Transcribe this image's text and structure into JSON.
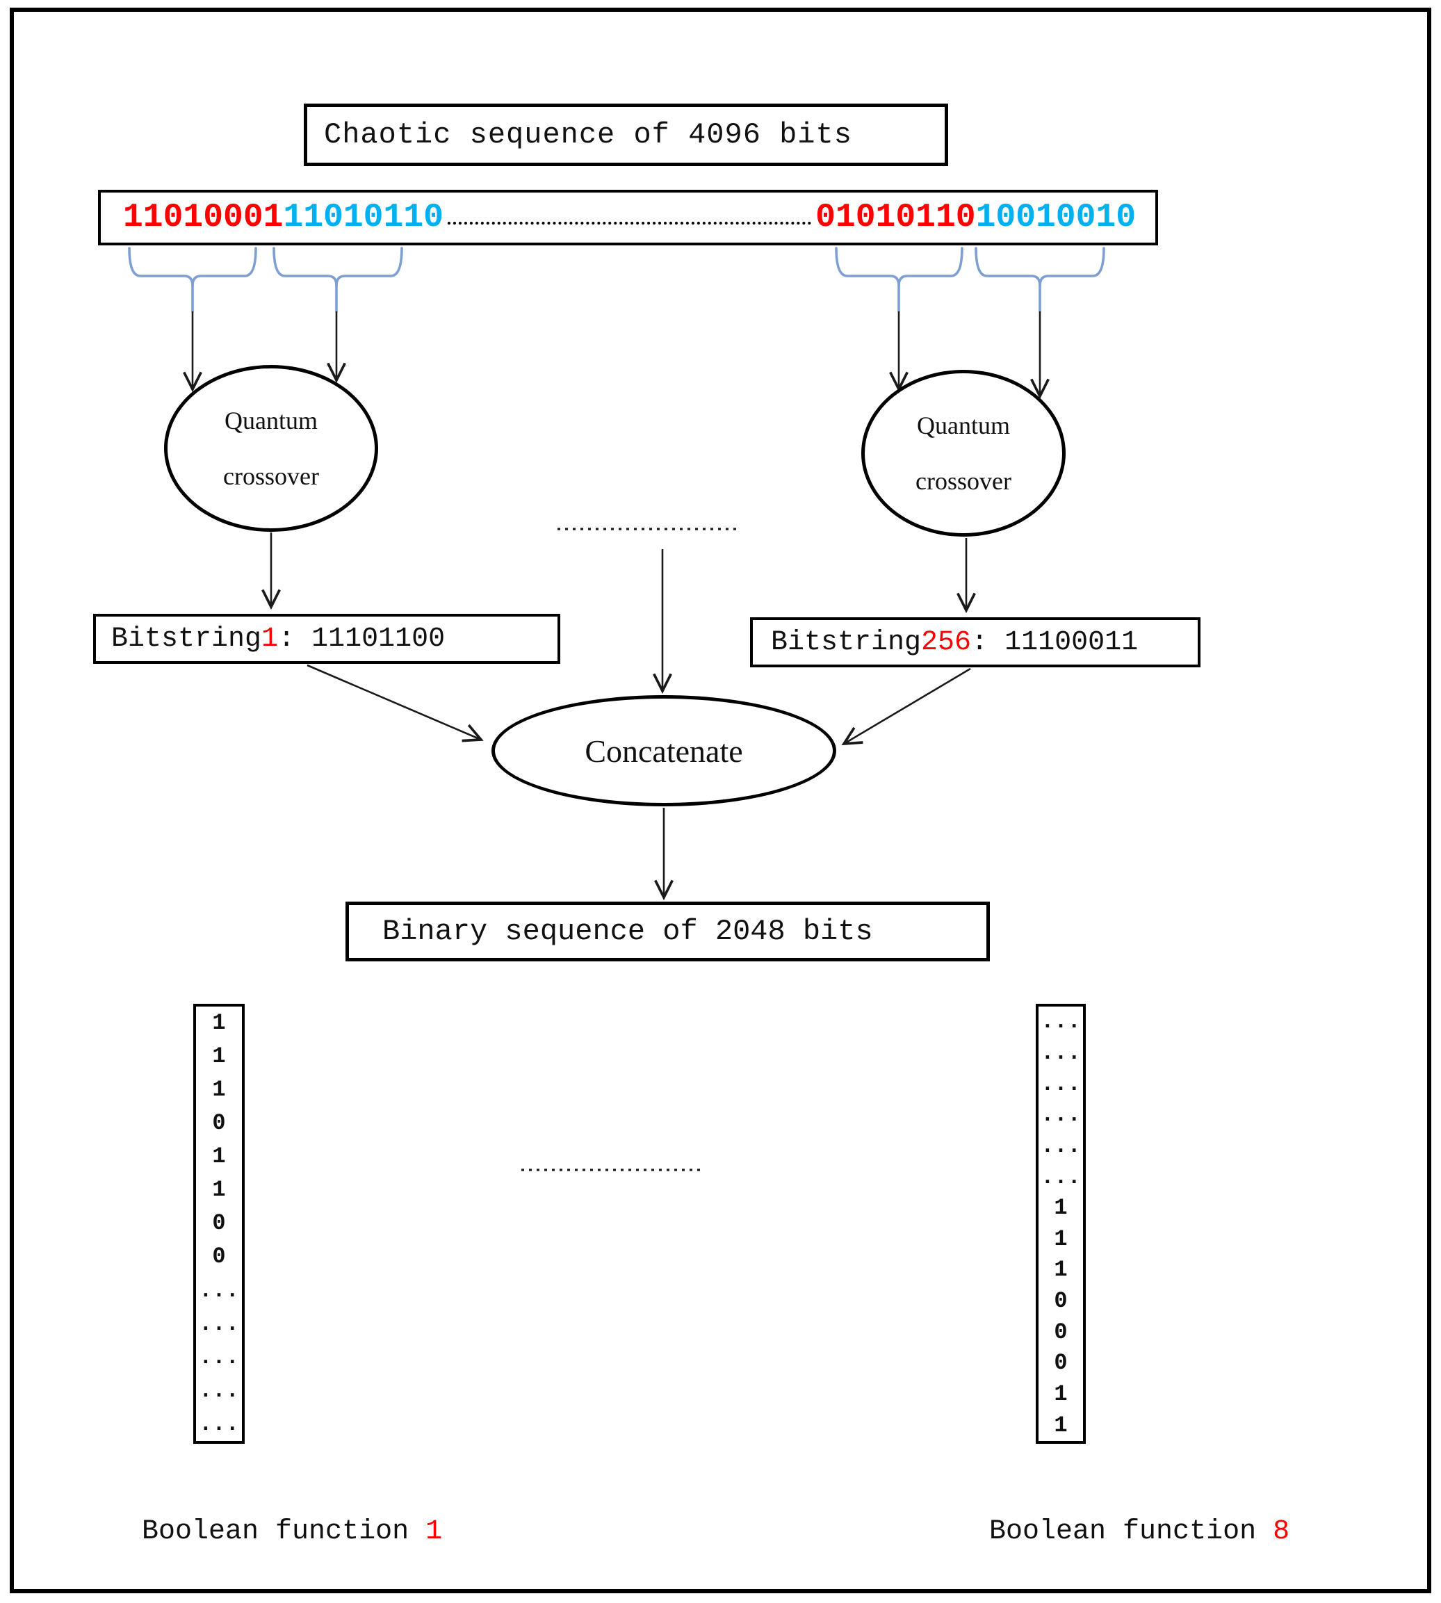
{
  "title": "Chaotic sequence of 4096 bits",
  "sequence": {
    "groups": [
      {
        "bits": "11010001",
        "color": "#ff0000"
      },
      {
        "bits": "11010110",
        "color": "#00b0f0"
      },
      {
        "bits": "01010110",
        "color": "#ff0000"
      },
      {
        "bits": "10010010",
        "color": "#00b0f0"
      }
    ]
  },
  "quantum_left": {
    "line1": "Quantum",
    "line2": "crossover"
  },
  "quantum_right": {
    "line1": "Quantum",
    "line2": "crossover"
  },
  "bitstring_left": {
    "prefix": "Bitstring",
    "number": "1",
    "sep": ": ",
    "bits": "11101100"
  },
  "bitstring_right": {
    "prefix": "Bitstring",
    "number": "256",
    "sep": ": ",
    "bits": "11100011"
  },
  "concatenate_label": "Concatenate",
  "binary_box_label": "Binary sequence of 2048 bits",
  "left_column": [
    "1",
    "1",
    "1",
    "0",
    "1",
    "1",
    "0",
    "0",
    "...",
    "...",
    "...",
    "...",
    "..."
  ],
  "right_column": [
    "...",
    "...",
    "...",
    "...",
    "...",
    "...",
    "1",
    "1",
    "1",
    "0",
    "0",
    "0",
    "1",
    "1"
  ],
  "boolean_left": {
    "text": "Boolean function ",
    "number": "1"
  },
  "boolean_right": {
    "text": "Boolean function ",
    "number": "8"
  },
  "colors": {
    "bit_red": "#ff0000",
    "bit_cyan": "#00b0f0",
    "brace_blue": "#7d9fd3",
    "line_black": "#1a1a1a"
  }
}
